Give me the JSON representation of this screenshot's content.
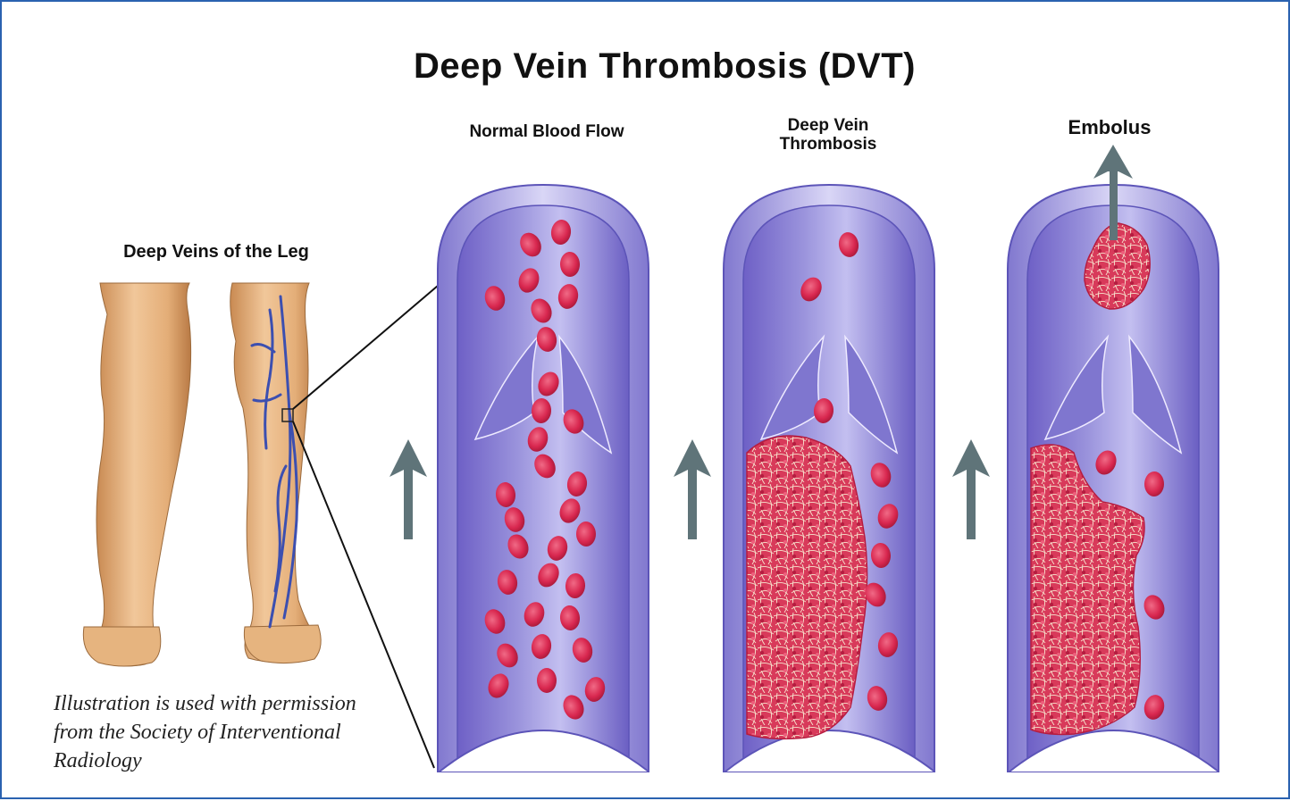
{
  "title": "Deep Vein Thrombosis (DVT)",
  "panels": [
    {
      "label": "Normal Blood Flow"
    },
    {
      "label_line1": "Deep Vein",
      "label_line2": "Thrombosis"
    },
    {
      "label": "Embolus"
    }
  ],
  "leg_label": "Deep Veins of the Leg",
  "caption": "Illustration is used with permission from the Society of Interventional Radiology",
  "colors": {
    "border": "#2a62b0",
    "vein_wall": "#8c86d6",
    "vein_lumen": "#6f63c8",
    "blood_cell": "#d8274f",
    "clot": "#d83a5a",
    "arrow": "#5f7479",
    "skin": "#e6b47f"
  }
}
